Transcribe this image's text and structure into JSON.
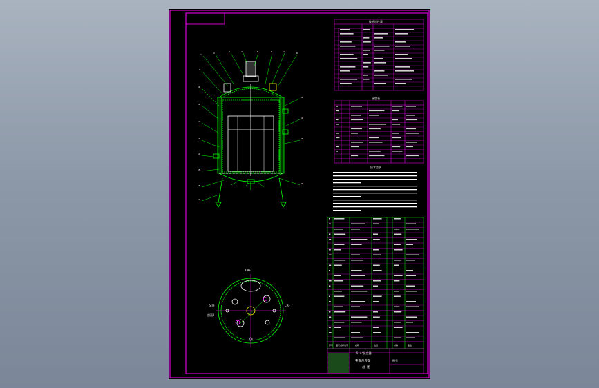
{
  "viewport": {
    "background_top": "#a9b3c0",
    "background_bottom": "#7b8798"
  },
  "drawing": {
    "colors": {
      "frame": "#ff00ff",
      "lines": "#00ff00",
      "text": "#ffffff",
      "accent": "#ffff00",
      "paper": "#000000"
    },
    "view_labels": {
      "top_left": "STF",
      "top_left_sub": "剖面A",
      "top_right": "CAF",
      "top_center": "UAF"
    },
    "title_block": {
      "line1": "5  m³反应器",
      "line2": "夹套反应釜",
      "line3": "总 图",
      "code": "图号"
    },
    "tables": {
      "specs_title": "技术特性表",
      "nozzles_title": "接管表",
      "notes_title": "技术要求",
      "parts_headers": [
        "序号",
        "图号或标准号",
        "名称",
        "数量",
        "材料",
        "备注"
      ]
    }
  }
}
